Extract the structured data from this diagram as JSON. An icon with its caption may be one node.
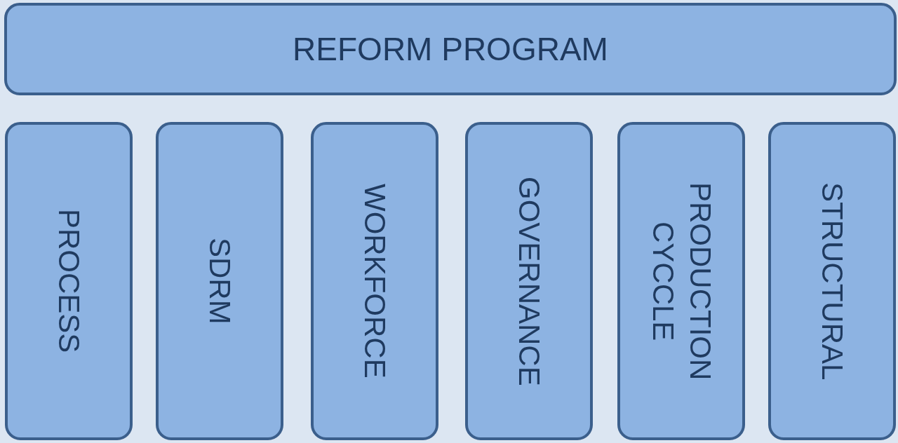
{
  "diagram": {
    "nodes": [
      {
        "text": [
          "REFORM PROGRAM"
        ]
      },
      {
        "text": [
          "PROCESS"
        ]
      },
      {
        "text": [
          "SDRM"
        ]
      },
      {
        "text": [
          "WORKFORCE"
        ]
      },
      {
        "text": [
          "GOVERNANCE"
        ]
      },
      {
        "text": [
          "PRODUCTION CYCCLE"
        ]
      },
      {
        "text": [
          "STRUCTURAL"
        ]
      }
    ]
  }
}
